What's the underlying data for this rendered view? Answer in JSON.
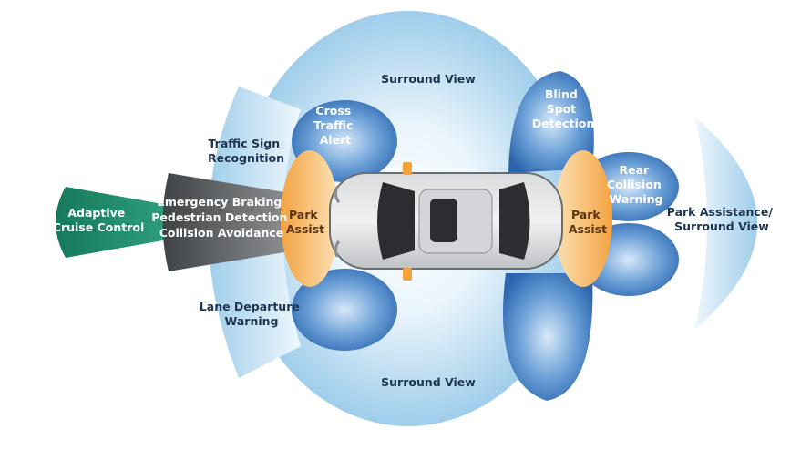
{
  "diagram": {
    "labels": {
      "surround_top": [
        "Surround View"
      ],
      "surround_bottom": [
        "Surround View"
      ],
      "cross_traffic": [
        "Cross",
        "Traffic",
        "Alert"
      ],
      "blind_spot": [
        "Blind",
        "Spot",
        "Detection"
      ],
      "traffic_sign": [
        "Traffic Sign",
        "Recognition"
      ],
      "lane_departure": [
        "Lane Departure",
        "Warning"
      ],
      "adaptive_cruise": [
        "Adaptive",
        "Cruise Control"
      ],
      "emergency": [
        "Emergency Braking",
        "Pedestrian Detection",
        "Collision Avoidance"
      ],
      "park_assist_front": [
        "Park",
        "Assist"
      ],
      "park_assist_rear": [
        "Park",
        "Assist"
      ],
      "rear_collision": [
        "Rear",
        "Collision",
        "Warning"
      ],
      "park_surround": [
        "Park Assistance/",
        "Surround View"
      ]
    },
    "colors": {
      "surround_light": "#d6ecf8",
      "surround_mid": "#a9d4ee",
      "blue_lobe": "#2f6fba",
      "blue_lobe_light": "#cfe4f6",
      "park_orange": "#f2a23a",
      "adaptive_green": "#1a7a5e",
      "emergency_gray": "#5a5d60",
      "car_body": "#c9cbce",
      "car_glass": "#2b2d30"
    }
  }
}
